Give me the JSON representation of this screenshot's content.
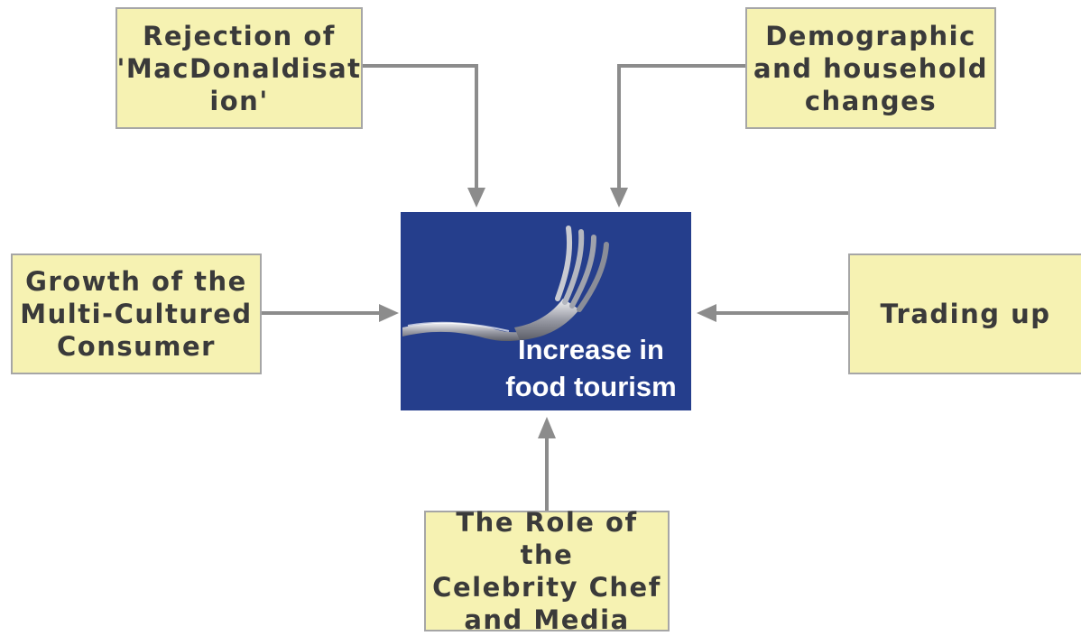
{
  "diagram": {
    "central": {
      "label": "Increase in\nfood tourism",
      "icon": "fork-icon"
    },
    "factors": [
      {
        "id": "rejection",
        "label": "Rejection of\n'MacDonaldisat\nion'"
      },
      {
        "id": "demographic",
        "label": "Demographic\nand household\nchanges"
      },
      {
        "id": "growth",
        "label": "Growth of the\nMulti-Cultured\nConsumer"
      },
      {
        "id": "trading",
        "label": "Trading up"
      },
      {
        "id": "celebrity",
        "label": "The Role of the\nCelebrity Chef\nand Media"
      }
    ],
    "colors": {
      "factor_fill": "#f6f2b2",
      "factor_border": "#a6a6a6",
      "central_fill": "#253e8c",
      "central_text": "#ffffff",
      "arrow": "#8c8c8c"
    }
  }
}
